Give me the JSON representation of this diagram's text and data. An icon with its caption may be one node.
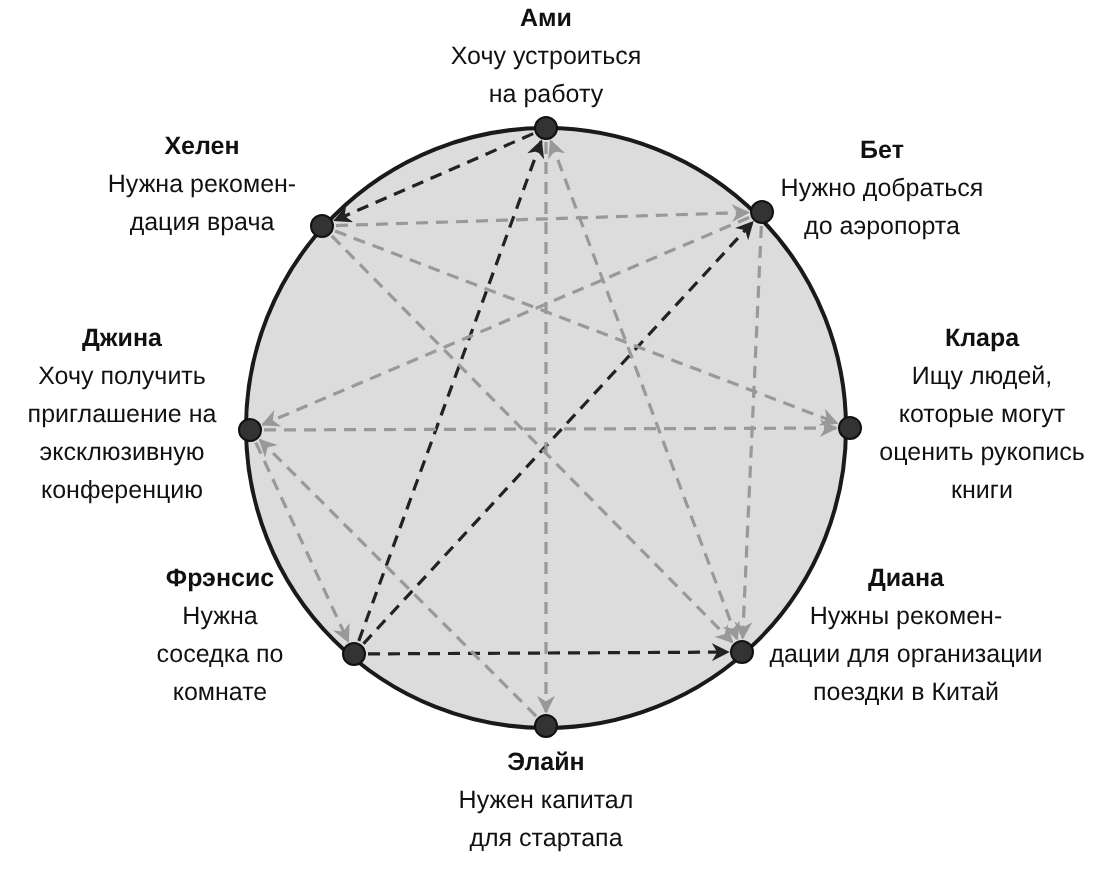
{
  "diagram": {
    "nodes": [
      {
        "text": [
          "Ами",
          "Хочу устроиться на работу"
        ]
      },
      {
        "text": [
          "Хелен",
          "Нужна рекомен- дация врача"
        ]
      },
      {
        "text": [
          "Бет",
          "Нужно добраться до аэропорта"
        ]
      },
      {
        "text": [
          "Джина",
          "Хочу получить приглашение на эксклюзивную конференцию"
        ]
      },
      {
        "text": [
          "Клара",
          "Ищу людей, которые могут оценить рукопись книги"
        ]
      },
      {
        "text": [
          "Фрэнсис",
          "Нужна соседка по комнате"
        ]
      },
      {
        "text": [
          "Диана",
          "Нужны рекомен- дации для организации поездки в Китай"
        ]
      },
      {
        "text": [
          "Элайн",
          "Нужен капитал для стартапа"
        ]
      }
    ],
    "edges": [
      {
        "from": 5,
        "to": 0,
        "arrow": "to",
        "style": "dashed",
        "color": "#222222"
      },
      {
        "from": 5,
        "to": 2,
        "arrow": "to",
        "style": "dashed",
        "color": "#222222"
      },
      {
        "from": 5,
        "to": 6,
        "arrow": "to",
        "style": "dashed",
        "color": "#222222"
      },
      {
        "from": 0,
        "to": 1,
        "arrow": "to",
        "style": "dashed",
        "color": "#222222"
      },
      {
        "from": 0,
        "to": 7,
        "arrow": "to",
        "style": "dashed"
      },
      {
        "from": 0,
        "to": 6,
        "arrow": "both",
        "style": "dashed"
      },
      {
        "from": 1,
        "to": 2,
        "arrow": "to",
        "style": "dashed"
      },
      {
        "from": 1,
        "to": 4,
        "arrow": "to",
        "style": "dashed"
      },
      {
        "from": 1,
        "to": 6,
        "arrow": "to",
        "style": "dashed"
      },
      {
        "from": 2,
        "to": 3,
        "arrow": "to",
        "style": "dashed"
      },
      {
        "from": 2,
        "to": 6,
        "arrow": "to",
        "style": "dashed"
      },
      {
        "from": 3,
        "to": 4,
        "arrow": "to",
        "style": "dashed"
      },
      {
        "from": 3,
        "to": 5,
        "arrow": "to",
        "style": "dashed"
      },
      {
        "from": 7,
        "to": 3,
        "arrow": "to",
        "style": "dashed"
      }
    ]
  }
}
